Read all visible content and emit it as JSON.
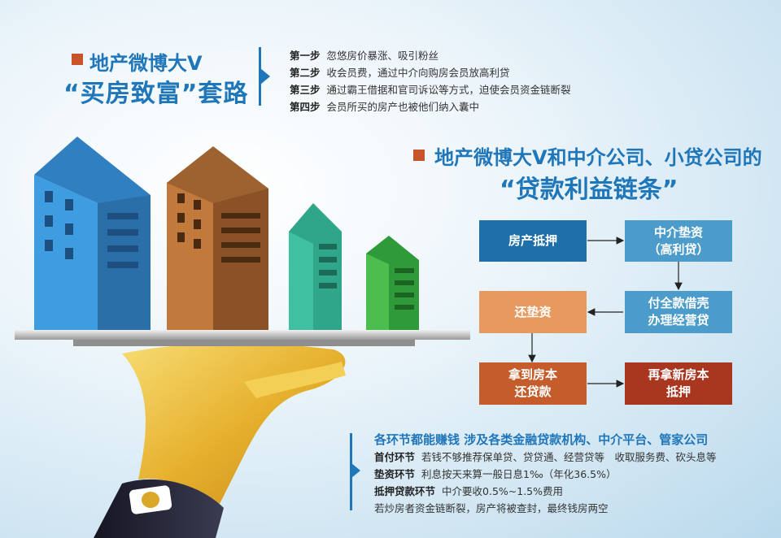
{
  "title1": {
    "line1": "地产微博大V",
    "line2": "“买房致富”套路"
  },
  "steps": [
    {
      "label": "第一步",
      "text": "忽悠房价暴涨、吸引粉丝"
    },
    {
      "label": "第二步",
      "text": "收会员费，通过中介向购房会员放高利贷"
    },
    {
      "label": "第三步",
      "text": "通过霸王借据和官司诉讼等方式，迫使会员资金链断裂"
    },
    {
      "label": "第四步",
      "text": "会员所买的房产也被他们纳入囊中"
    }
  ],
  "title2": {
    "line1": "地产微博大V和中介公司、小贷公司的",
    "line2": "“贷款利益链条”"
  },
  "flow": {
    "node1": "房产抵押",
    "node2_l1": "中介垫资",
    "node2_l2": "（高利贷）",
    "node3_l1": "付全款借壳",
    "node3_l2": "办理经营贷",
    "node4": "还垫资",
    "node5_l1": "拿到房本",
    "node5_l2": "还贷款",
    "node6_l1": "再拿新房本",
    "node6_l2": "抵押"
  },
  "bottom": {
    "heading": "各环节都能赚钱 涉及各类金融贷款机构、中介平台、管家公司",
    "rows": [
      {
        "label": "首付环节",
        "text": "若钱不够推荐保单贷、贷贷通、经营贷等　收取服务费、砍头息等"
      },
      {
        "label": "垫资环节",
        "text": "利息按天来算一般日息1‰（年化36.5%）"
      },
      {
        "label": "抵押贷款环节",
        "text": "中介要收0.5%~1.5%费用"
      }
    ],
    "footer": "若炒房者资金链断裂，房产将被查封，最终钱房两空"
  },
  "colors": {
    "title_blue": "#1f76b9",
    "accent_square": "#c8552a",
    "box_dark_blue": "#1f6fa8",
    "box_light_blue": "#4b9ccb",
    "box_orange": "#e89a5e",
    "box_brown": "#c45c2b",
    "box_red": "#a9361f",
    "hand_gold": "#e8b93a"
  }
}
